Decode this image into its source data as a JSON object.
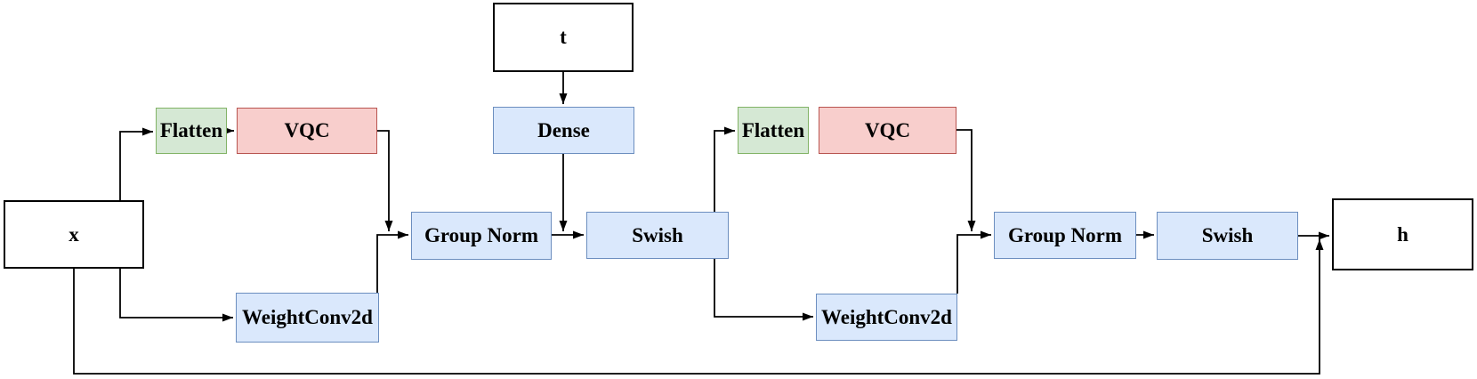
{
  "diagram": {
    "type": "neural-network-block-diagram",
    "description": "Residual block with quantum (VQC) branch, time embedding and skip connection",
    "colors": {
      "io_fill": "#ffffff",
      "io_border": "#000000",
      "flatten_fill": "#d5e8d4",
      "flatten_border": "#82b366",
      "vqc_fill": "#f8cecc",
      "vqc_border": "#b85450",
      "layer_fill": "#dae8fc",
      "layer_border": "#6c8ebf",
      "edge_color": "#000000"
    },
    "nodes": {
      "x": {
        "label": "x",
        "kind": "input"
      },
      "t": {
        "label": "t",
        "kind": "input"
      },
      "flatten1": {
        "label": "Flatten",
        "kind": "flatten"
      },
      "vqc1": {
        "label": "VQC",
        "kind": "vqc"
      },
      "weightconv1": {
        "label": "WeightConv2d",
        "kind": "layer"
      },
      "dense": {
        "label": "Dense",
        "kind": "layer"
      },
      "groupnorm1": {
        "label": "Group Norm",
        "kind": "layer"
      },
      "swish1": {
        "label": "Swish",
        "kind": "layer"
      },
      "flatten2": {
        "label": "Flatten",
        "kind": "flatten"
      },
      "vqc2": {
        "label": "VQC",
        "kind": "vqc"
      },
      "weightconv2": {
        "label": "WeightConv2d",
        "kind": "layer"
      },
      "groupnorm2": {
        "label": "Group Norm",
        "kind": "layer"
      },
      "swish2": {
        "label": "Swish",
        "kind": "layer"
      },
      "h": {
        "label": "h",
        "kind": "output"
      }
    },
    "edges": [
      {
        "from": "x",
        "to": "flatten1",
        "arrow": true
      },
      {
        "from": "flatten1",
        "to": "vqc1",
        "arrow": true
      },
      {
        "from": "x",
        "to": "weightconv1",
        "arrow": true
      },
      {
        "from": "vqc1",
        "to": "groupnorm1",
        "arrow": true,
        "note": "joins weightconv1 output"
      },
      {
        "from": "weightconv1",
        "to": "groupnorm1",
        "arrow": true
      },
      {
        "from": "groupnorm1",
        "to": "swish1",
        "arrow": true
      },
      {
        "from": "t",
        "to": "dense",
        "arrow": true
      },
      {
        "from": "dense",
        "to": "swish1",
        "arrow": true,
        "note": "joins groupnorm1 output"
      },
      {
        "from": "swish1",
        "to": "flatten2",
        "arrow": true
      },
      {
        "from": "swish1",
        "to": "weightconv2",
        "arrow": true
      },
      {
        "from": "flatten2",
        "to": "vqc2",
        "arrow": false
      },
      {
        "from": "vqc2",
        "to": "groupnorm2",
        "arrow": true,
        "note": "joins weightconv2 output"
      },
      {
        "from": "weightconv2",
        "to": "groupnorm2",
        "arrow": true
      },
      {
        "from": "groupnorm2",
        "to": "swish2",
        "arrow": true
      },
      {
        "from": "swish2",
        "to": "h",
        "arrow": true
      },
      {
        "from": "x",
        "to": "h",
        "arrow": true,
        "note": "skip connection along bottom"
      }
    ]
  }
}
